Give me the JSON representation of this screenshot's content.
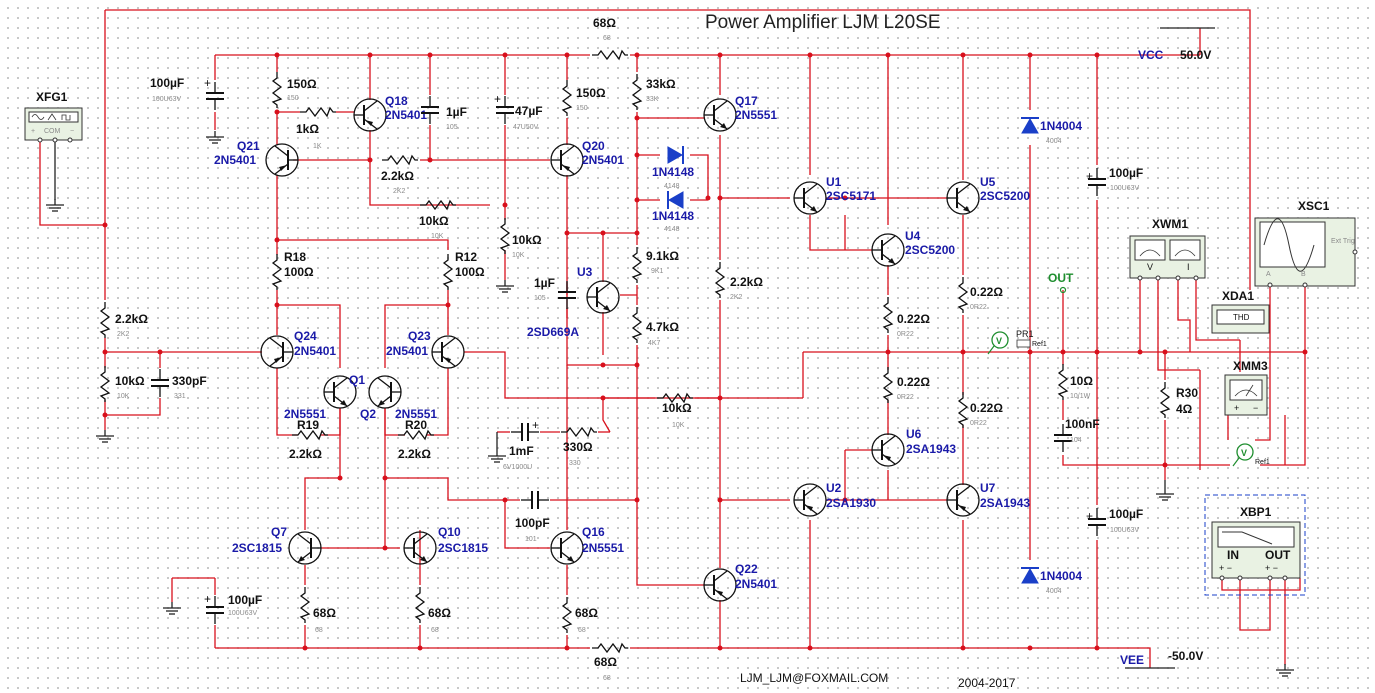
{
  "title": "Power Amplifier LJM L20SE",
  "footer": {
    "email": "LJM_LJM@FOXMAIL.COM",
    "years": "2004-2017"
  },
  "rails": {
    "vcc_label": "VCC",
    "vcc_value": "50.0V",
    "vee_label": "VEE",
    "vee_value": "-50.0V"
  },
  "out_label": "OUT",
  "colors": {
    "wire": "#d8101c",
    "reference": "#1a1aa8",
    "diode": "#1a3fc8",
    "probe": "#1e8e2e"
  },
  "instruments": {
    "xfg1": {
      "ref": "XFG1",
      "pins": "COM"
    },
    "xwm1": {
      "ref": "XWM1",
      "v": "V",
      "i": "I"
    },
    "xsc1": {
      "ref": "XSC1",
      "ext": "Ext Trig",
      "a": "A",
      "b": "B"
    },
    "xda1": {
      "ref": "XDA1",
      "mode": "THD"
    },
    "xmm3": {
      "ref": "XMM3"
    },
    "xbp1": {
      "ref": "XBP1",
      "in": "IN",
      "out": "OUT"
    },
    "pr1": {
      "ref": "PR1",
      "tag": "Ref1",
      "letter": "V"
    },
    "pr2": {
      "tag": "Ref1",
      "letter": "V"
    }
  },
  "transistors": [
    {
      "ref": "Q18",
      "part": "2N5401"
    },
    {
      "ref": "Q21",
      "part": "2N5401"
    },
    {
      "ref": "Q20",
      "part": "2N5401"
    },
    {
      "ref": "Q17",
      "part": "2N5551"
    },
    {
      "ref": "U1",
      "part": "2SC5171"
    },
    {
      "ref": "U5",
      "part": "2SC5200"
    },
    {
      "ref": "U4",
      "part": "2SC5200"
    },
    {
      "ref": "U3",
      "part": "2SD669A"
    },
    {
      "ref": "Q24",
      "part": "2N5401"
    },
    {
      "ref": "Q23",
      "part": "2N5401"
    },
    {
      "ref": "Q1",
      "part": "2N5551"
    },
    {
      "ref": "Q2",
      "part": "2N5551"
    },
    {
      "ref": "U6",
      "part": "2SA1943"
    },
    {
      "ref": "U2",
      "part": "2SA1930"
    },
    {
      "ref": "U7",
      "part": "2SA1943"
    },
    {
      "ref": "Q7",
      "part": "2SC1815"
    },
    {
      "ref": "Q10",
      "part": "2SC1815"
    },
    {
      "ref": "Q16",
      "part": "2N5551"
    },
    {
      "ref": "Q22",
      "part": "2N5401"
    }
  ],
  "diodes": [
    {
      "part": "1N4148",
      "sub": "4148"
    },
    {
      "part": "1N4148",
      "sub": "4148"
    },
    {
      "part": "1N4004",
      "sub": "4004"
    },
    {
      "part": "1N4004",
      "sub": "4004"
    }
  ],
  "resistors": [
    {
      "value": "68Ω",
      "sub": "68"
    },
    {
      "value": "150Ω",
      "sub": "150"
    },
    {
      "value": "1kΩ",
      "sub": "1K"
    },
    {
      "value": "150Ω",
      "sub": "150"
    },
    {
      "value": "33kΩ",
      "sub": "33K"
    },
    {
      "value": "2.2kΩ",
      "sub": "2K2"
    },
    {
      "value": "10kΩ",
      "sub": "10K"
    },
    {
      "value": "10kΩ",
      "sub": "10K"
    },
    {
      "value": "9.1kΩ",
      "sub": "9K1"
    },
    {
      "value": "4.7kΩ",
      "sub": "4K7"
    },
    {
      "value": "2.2kΩ",
      "sub": "2K2"
    },
    {
      "value": "0.22Ω",
      "sub": "0R22"
    },
    {
      "value": "0.22Ω",
      "sub": "0R22"
    },
    {
      "value": "0.22Ω",
      "sub": "0R22"
    },
    {
      "value": "0.22Ω",
      "sub": "0R22"
    },
    {
      "ref": "R18",
      "value": "100Ω"
    },
    {
      "ref": "R12",
      "value": "100Ω"
    },
    {
      "value": "2.2kΩ",
      "sub": "2K2"
    },
    {
      "value": "10kΩ",
      "sub": "10K"
    },
    {
      "ref": "R19",
      "value": "2.2kΩ"
    },
    {
      "ref": "R20",
      "value": "2.2kΩ"
    },
    {
      "value": "10kΩ",
      "sub": "10K"
    },
    {
      "value": "330Ω",
      "sub": "330"
    },
    {
      "value": "10Ω",
      "sub": "10/1W"
    },
    {
      "ref": "R30",
      "value": "4Ω"
    },
    {
      "value": "68Ω",
      "sub": "68"
    },
    {
      "value": "68Ω",
      "sub": "68"
    },
    {
      "value": "68Ω",
      "sub": "68"
    },
    {
      "value": "68Ω",
      "sub": "68"
    }
  ],
  "capacitors": [
    {
      "value": "100µF",
      "sub": "100U63V"
    },
    {
      "value": "1µF",
      "sub": "105"
    },
    {
      "value": "47µF",
      "sub": "47U50V"
    },
    {
      "value": "1µF",
      "sub": "105"
    },
    {
      "value": "330pF",
      "sub": "331"
    },
    {
      "value": "1mF",
      "sub": "6V1000U"
    },
    {
      "value": "100pF",
      "sub": "101"
    },
    {
      "value": "100µF",
      "sub": "100U63V"
    },
    {
      "value": "100µF",
      "sub": "100U63V"
    },
    {
      "value": "100nF",
      "sub": "104"
    },
    {
      "value": "100µF",
      "sub": "100U63V"
    }
  ]
}
